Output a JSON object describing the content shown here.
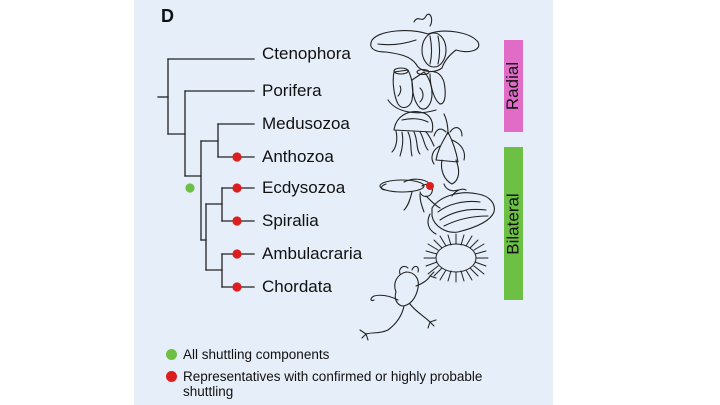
{
  "figure": {
    "panel_letter": "D",
    "taxa": [
      "Ctenophora",
      "Porifera",
      "Medusozoa",
      "Anthozoa",
      "Ecdysozoa",
      "Spiralia",
      "Ambulacraria",
      "Chordata"
    ],
    "groups": [
      {
        "label": "Radial",
        "color": "#e06cc8"
      },
      {
        "label": "Bilateral",
        "color": "#6cc043"
      }
    ],
    "legend": [
      {
        "color": "#6cc043",
        "text": "All shuttling components"
      },
      {
        "color": "#dd1e1e",
        "text": "Representatives with confirmed or highly probable shuttling"
      }
    ],
    "icons": [
      "ctenophore-icon",
      "sponge-icon",
      "jellyfish-icon",
      "sea-anemone-icon",
      "fly-icon",
      "oyster-icon",
      "sea-urchin-icon",
      "frog-icon"
    ]
  }
}
